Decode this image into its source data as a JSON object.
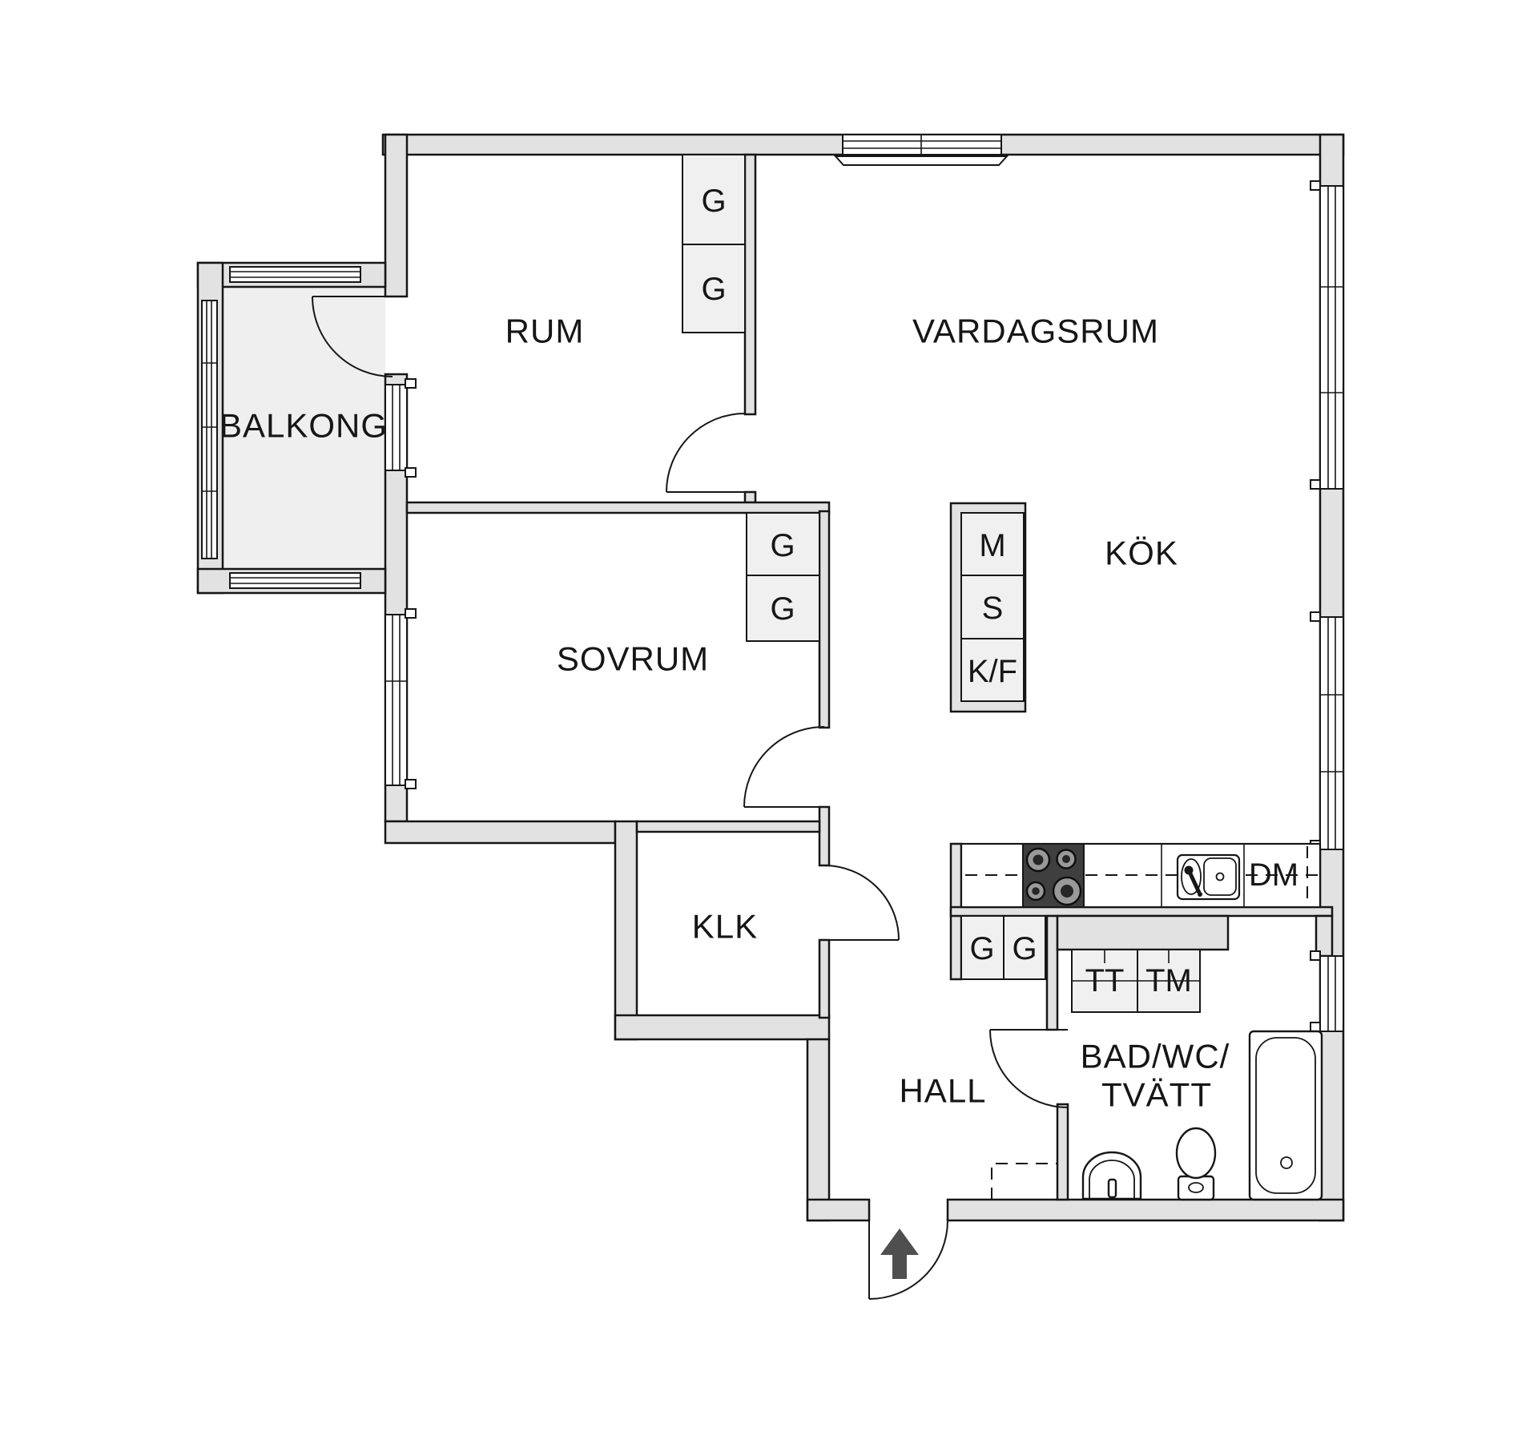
{
  "title": "Apartment floor plan",
  "colors": {
    "wall_fill": "#e2e2e2",
    "light_fill": "#f0f0f0",
    "floor": "#ffffff",
    "stove": "#3f3f3f",
    "burner_ring": "#999999",
    "arrow": "#4f4f4f",
    "line": "#161616"
  },
  "rooms": {
    "rum": "RUM",
    "vardagsrum": "VARDAGSRUM",
    "balkong": "BALKONG",
    "sovrum": "SOVRUM",
    "kok": "KÖK",
    "klk": "KLK",
    "hall": "HALL",
    "bad_line1": "BAD/WC/",
    "bad_line2": "TVÄTT"
  },
  "fixtures": {
    "wardrobe": "G",
    "island_top": "M",
    "island_mid": "S",
    "island_bottom": "K/F",
    "dishwasher": "DM",
    "dryer": "TT",
    "washer": "TM"
  }
}
